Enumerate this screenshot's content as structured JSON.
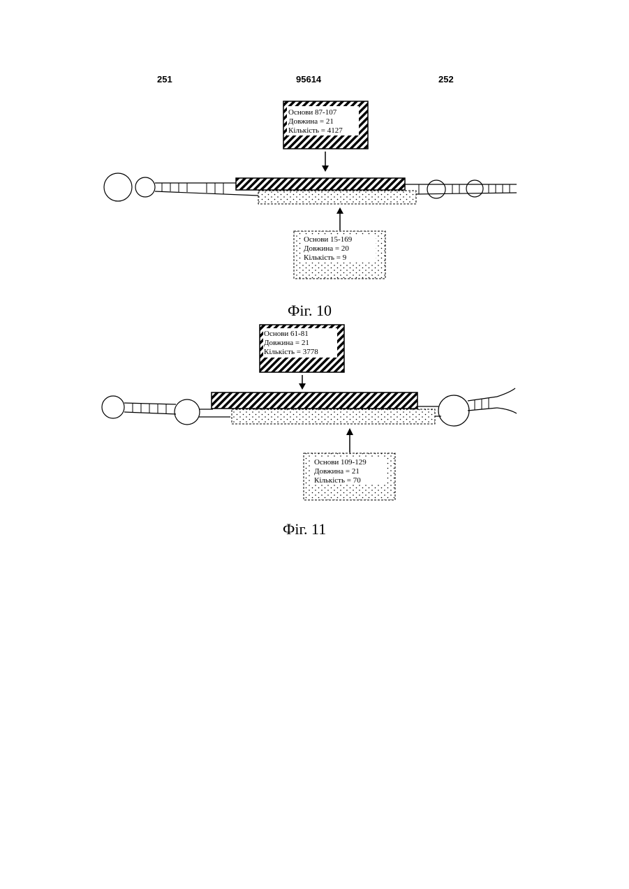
{
  "header": {
    "left_page": "251",
    "doc_number": "95614",
    "right_page": "252"
  },
  "figure10": {
    "caption": "Фіг. 10",
    "top_box": {
      "line1": "Основи 87-107",
      "line2": "Довжина = 21",
      "line3": "Кількість = 4127"
    },
    "bottom_box": {
      "line1": "Основи 15-169",
      "line2": "Довжина = 20",
      "line3": "Кількість = 9"
    }
  },
  "figure11": {
    "caption": "Фіг. 11",
    "top_box": {
      "line1": "Основи 61-81",
      "line2": "Довжина = 21",
      "line3": "Кількість = 3778"
    },
    "bottom_box": {
      "line1": "Основи 109-129",
      "line2": "Довжина = 21",
      "line3": "Кількість = 70"
    }
  }
}
